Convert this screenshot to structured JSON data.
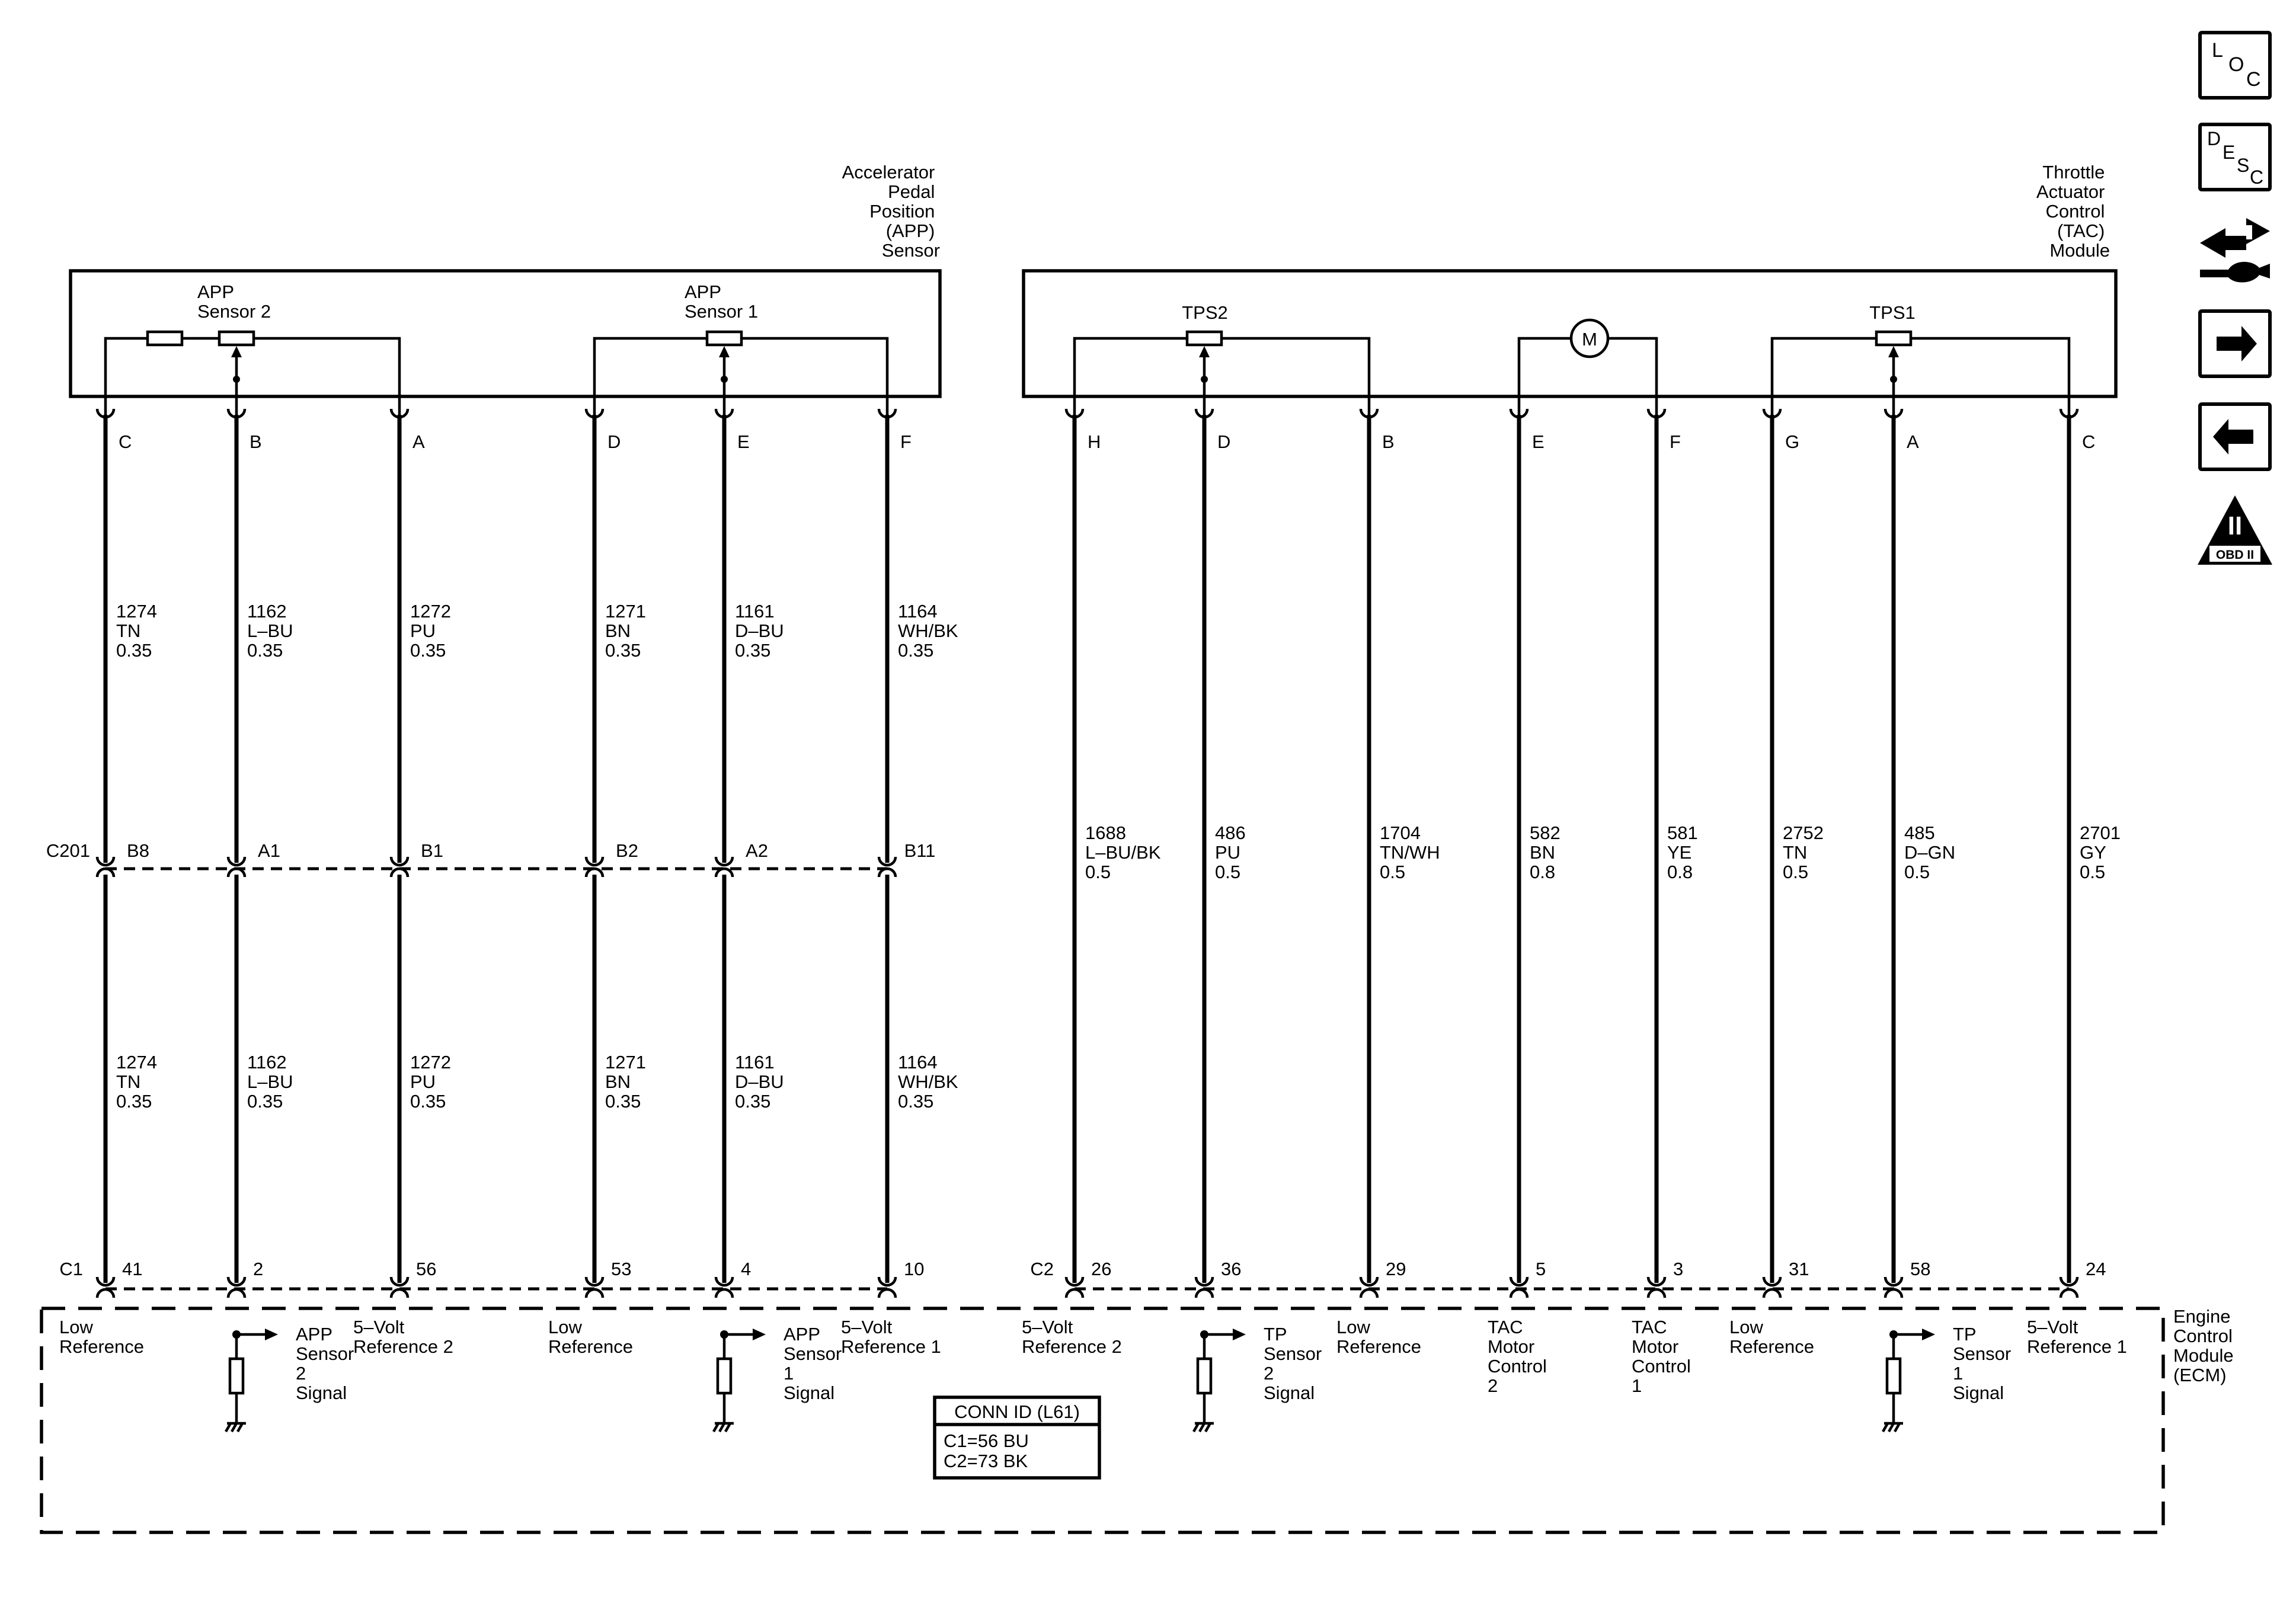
{
  "components": {
    "app_sensor": {
      "title": [
        "Accelerator",
        "Pedal",
        "Position",
        "(APP)",
        "Sensor"
      ]
    },
    "tac_module": {
      "title": [
        "Throttle",
        "Actuator",
        "Control",
        "(TAC)",
        "Module"
      ]
    },
    "ecm": {
      "title": [
        "Engine",
        "Control",
        "Module",
        "(ECM)"
      ]
    }
  },
  "internal_labels": {
    "app_sensor_2": [
      "APP",
      "Sensor 2"
    ],
    "app_sensor_1": [
      "APP",
      "Sensor 1"
    ],
    "tps2": "TPS2",
    "tps1": "TPS1",
    "motor": "M"
  },
  "connectors": {
    "c201": "C201",
    "c1": "C1",
    "c2": "C2"
  },
  "conn_id": {
    "title": "CONN ID (L61)",
    "lines": [
      "C1=56 BU",
      "C2=73 BK"
    ]
  },
  "app_circuits": [
    {
      "sensor_pin": "C",
      "upper": [
        "1274",
        "TN",
        "0.35"
      ],
      "c201_pin": "B8",
      "lower": [
        "1274",
        "TN",
        "0.35"
      ],
      "ecm_pin": "41",
      "ecm_label": [
        "Low",
        "Reference"
      ]
    },
    {
      "sensor_pin": "B",
      "upper": [
        "1162",
        "L–BU",
        "0.35"
      ],
      "c201_pin": "A1",
      "lower": [
        "1162",
        "L–BU",
        "0.35"
      ],
      "ecm_pin": "2",
      "ecm_label": [
        "APP",
        "Sensor",
        "2",
        "Signal"
      ]
    },
    {
      "sensor_pin": "A",
      "upper": [
        "1272",
        "PU",
        "0.35"
      ],
      "c201_pin": "B1",
      "lower": [
        "1272",
        "PU",
        "0.35"
      ],
      "ecm_pin": "56",
      "ecm_label": [
        "5–Volt",
        "Reference 2"
      ]
    },
    {
      "sensor_pin": "D",
      "upper": [
        "1271",
        "BN",
        "0.35"
      ],
      "c201_pin": "B2",
      "lower": [
        "1271",
        "BN",
        "0.35"
      ],
      "ecm_pin": "53",
      "ecm_label": [
        "Low",
        "Reference"
      ]
    },
    {
      "sensor_pin": "E",
      "upper": [
        "1161",
        "D–BU",
        "0.35"
      ],
      "c201_pin": "A2",
      "lower": [
        "1161",
        "D–BU",
        "0.35"
      ],
      "ecm_pin": "4",
      "ecm_label": [
        "APP",
        "Sensor",
        "1",
        "Signal"
      ]
    },
    {
      "sensor_pin": "F",
      "upper": [
        "1164",
        "WH/BK",
        "0.35"
      ],
      "c201_pin": "B11",
      "lower": [
        "1164",
        "WH/BK",
        "0.35"
      ],
      "ecm_pin": "10",
      "ecm_label": [
        "5–Volt",
        "Reference 1"
      ]
    }
  ],
  "tac_circuits": [
    {
      "module_pin": "H",
      "wire": [
        "1688",
        "L–BU/BK",
        "0.5"
      ],
      "ecm_pin": "26",
      "ecm_label": [
        "5–Volt",
        "Reference 2"
      ]
    },
    {
      "module_pin": "D",
      "wire": [
        "486",
        "PU",
        "0.5"
      ],
      "ecm_pin": "36",
      "ecm_label": [
        "TP",
        "Sensor",
        "2",
        "Signal"
      ]
    },
    {
      "module_pin": "B",
      "wire": [
        "1704",
        "TN/WH",
        "0.5"
      ],
      "ecm_pin": "29",
      "ecm_label": [
        "Low",
        "Reference"
      ]
    },
    {
      "module_pin": "E",
      "wire": [
        "582",
        "BN",
        "0.8"
      ],
      "ecm_pin": "5",
      "ecm_label": [
        "TAC",
        "Motor",
        "Control",
        "2"
      ]
    },
    {
      "module_pin": "F",
      "wire": [
        "581",
        "YE",
        "0.8"
      ],
      "ecm_pin": "3",
      "ecm_label": [
        "TAC",
        "Motor",
        "Control",
        "1"
      ]
    },
    {
      "module_pin": "G",
      "wire": [
        "2752",
        "TN",
        "0.5"
      ],
      "ecm_pin": "31",
      "ecm_label": [
        "Low",
        "Reference"
      ]
    },
    {
      "module_pin": "A",
      "wire": [
        "485",
        "D–GN",
        "0.5"
      ],
      "ecm_pin": "58",
      "ecm_label": [
        "TP",
        "Sensor",
        "1",
        "Signal"
      ]
    },
    {
      "module_pin": "C",
      "wire": [
        "2701",
        "GY",
        "0.5"
      ],
      "ecm_pin": "24",
      "ecm_label": [
        "5–Volt",
        "Reference 1"
      ]
    }
  ],
  "nav_icons": [
    {
      "name": "location-button",
      "icon": "loc-icon",
      "letters": [
        "L",
        "O",
        "C"
      ]
    },
    {
      "name": "description-button",
      "icon": "desc-icon",
      "letters": [
        "D",
        "E",
        "S",
        "C"
      ]
    },
    {
      "name": "connector-view-button",
      "icon": "connector-wrench-icon"
    },
    {
      "name": "next-page-button",
      "icon": "arrow-right-icon"
    },
    {
      "name": "previous-page-button",
      "icon": "arrow-left-icon"
    },
    {
      "name": "obd-ii-button",
      "icon": "obd-ii-triangle-icon",
      "text": "OBD II",
      "numeral": "II"
    }
  ]
}
